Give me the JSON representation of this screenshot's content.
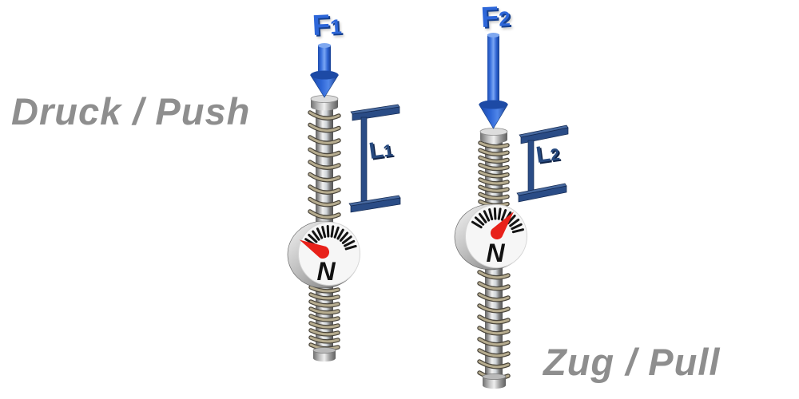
{
  "labels": {
    "push": "Druck / Push",
    "pull": "Zug / Pull"
  },
  "left": {
    "force_symbol": "F",
    "force_sub": "1",
    "length_symbol": "L",
    "length_sub": "1",
    "gauge_unit": "N"
  },
  "right": {
    "force_symbol": "F",
    "force_sub": "2",
    "length_symbol": "L",
    "length_sub": "2",
    "gauge_unit": "N"
  },
  "colors": {
    "force_blue": "#2e67d9",
    "force_blue_dark": "#16408e",
    "bracket_navy": "#2a4c86",
    "bracket_navy_dark": "#152a52",
    "label_gray": "#8e8e8e",
    "needle_red": "#e8211a",
    "tick_black": "#141414",
    "gauge_face": "#f6f6f6"
  }
}
